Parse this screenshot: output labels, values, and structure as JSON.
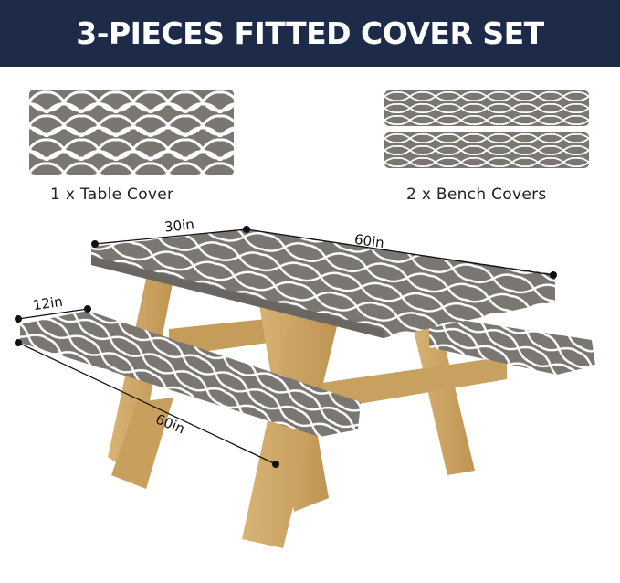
{
  "header": {
    "title": "3-PIECES FITTED COVER SET"
  },
  "components": [
    {
      "label": "1 x Table Cover",
      "quantity": 1,
      "item": "Table Cover"
    },
    {
      "label": "2 x Bench Covers",
      "quantity": 2,
      "item": "Bench Covers"
    }
  ],
  "dimensions": {
    "table_width": "30in",
    "table_length": "60in",
    "bench_width": "12in",
    "bench_length": "60in"
  },
  "colors": {
    "banner": "#1d2b48",
    "cover_gray": "#7a7672",
    "pattern_white": "#ffffff",
    "wood": "#c9a061"
  }
}
